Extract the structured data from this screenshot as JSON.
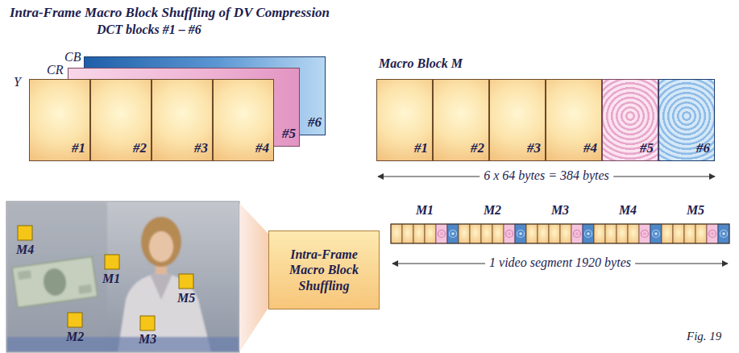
{
  "diagram": {
    "title": "Intra-Frame Macro Block Shuffling of DV Compression",
    "caption": "Fig. 19",
    "nodes": [
      {
        "text": [
          "#1"
        ]
      },
      {
        "text": [
          "#2"
        ]
      },
      {
        "text": [
          "#3"
        ]
      },
      {
        "text": [
          "#4"
        ]
      },
      {
        "text": [
          "#5"
        ]
      },
      {
        "text": [
          "#6"
        ]
      },
      {
        "text": [
          "#1"
        ]
      },
      {
        "text": [
          "#2"
        ]
      },
      {
        "text": [
          "#3"
        ]
      },
      {
        "text": [
          "#4"
        ]
      },
      {
        "text": [
          "#5"
        ]
      },
      {
        "text": [
          "#6"
        ]
      },
      {
        "text": [
          "Intra-Frame Macro Block Shuffling"
        ]
      }
    ],
    "labels": [
      "DCT blocks #1 – #6",
      "CB",
      "CR",
      "Y",
      "Macro Block M",
      "6 x 64 bytes = 384 bytes",
      "M4",
      "M1",
      "M5",
      "M2",
      "M3",
      "M1",
      "M2",
      "M3",
      "M4",
      "M5",
      "1 video segment 1920 bytes"
    ]
  }
}
